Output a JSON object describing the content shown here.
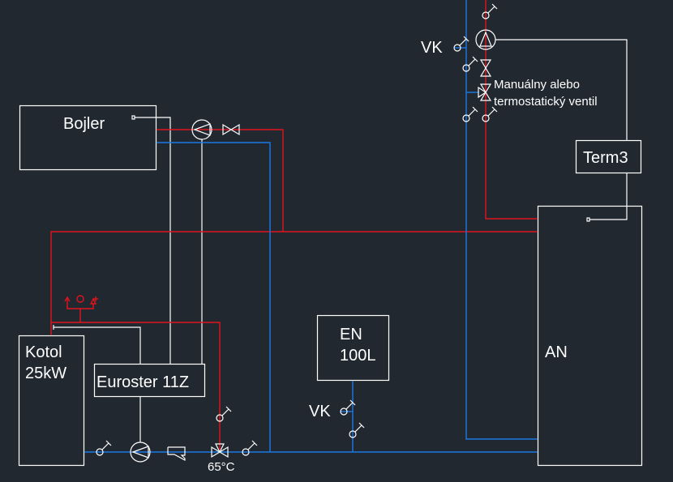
{
  "diagram": {
    "title": "Heating system schematic",
    "colors": {
      "background": "#212830",
      "supply_pipe": "#e0141e",
      "return_pipe": "#1a78e6",
      "wiring": "#ffffff"
    },
    "components": {
      "boiler_tank": "Bojler",
      "kotol_line1": "Kotol",
      "kotol_line2": "25kW",
      "controller": "Euroster 11Z",
      "expansion_line1": "EN",
      "expansion_line2": "100L",
      "accumulation_tank": "AN",
      "thermostat": "Term3"
    },
    "labels": {
      "vk_top": "VK",
      "vk_bottom": "VK",
      "valve_note_line1": "Manuálny alebo",
      "valve_note_line2": "termostatický ventil",
      "mixing_temp": "65°C"
    },
    "symbols": [
      "pump-icon",
      "gate-valve-icon",
      "drain-valve-icon",
      "three-way-valve-icon",
      "thermostatic-valve-icon",
      "filter-icon",
      "safety-group-icon",
      "temperature-sensor-icon"
    ]
  }
}
